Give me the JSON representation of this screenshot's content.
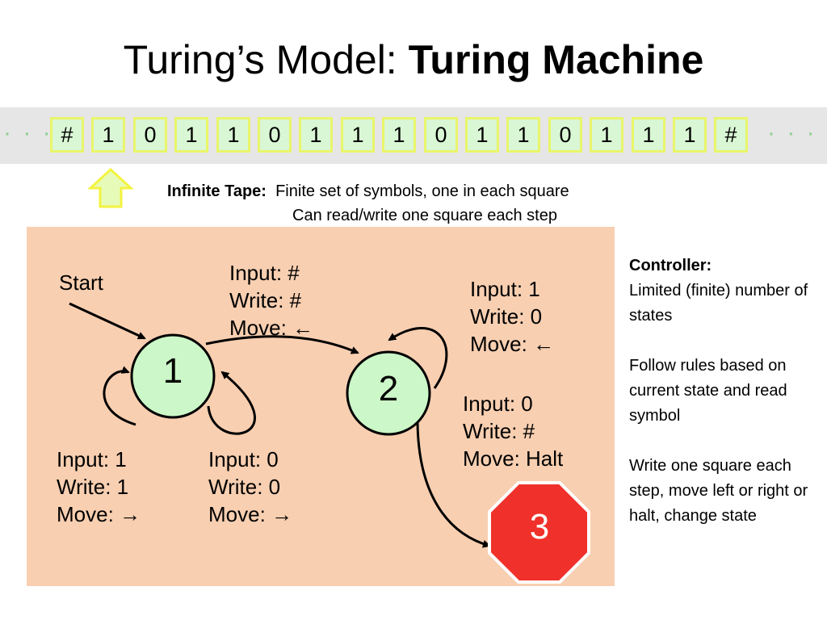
{
  "title": {
    "normal": "Turing’s Model: ",
    "bold": "Turing Machine"
  },
  "tape": {
    "left_ellipsis": "· · ·",
    "right_ellipsis": "· · ·",
    "cells": [
      "#",
      "1",
      "0",
      "1",
      "1",
      "0",
      "1",
      "1",
      "1",
      "0",
      "1",
      "1",
      "0",
      "1",
      "1",
      "1",
      "#"
    ],
    "head_icon": "up-arrow-icon",
    "colors": {
      "cell": "#d9f7d4",
      "cell_border": "#e9f56a",
      "band": "#e6e6e6"
    }
  },
  "tape_caption": {
    "label": "Infinite Tape:",
    "line1": "Finite set of symbols, one in each square",
    "line2": "Can read/write one square each step"
  },
  "diagram": {
    "start_label": "Start",
    "states": [
      {
        "id": "1",
        "label": "1",
        "fill": "#ccf7c8"
      },
      {
        "id": "2",
        "label": "2",
        "fill": "#ccf7c8"
      },
      {
        "id": "3",
        "label": "3",
        "fill": "#f0302a",
        "shape": "octagon"
      }
    ],
    "transitions": {
      "t12": {
        "input": "Input: #",
        "write": "Write: #",
        "move": "Move: ←"
      },
      "t22": {
        "input": "Input: 1",
        "write": "Write: 0",
        "move": "Move: ←"
      },
      "t23": {
        "input": "Input: 0",
        "write": "Write: #",
        "move": "Move: Halt"
      },
      "t11a": {
        "input": "Input: 1",
        "write": "Write: 1",
        "move": "Move: →"
      },
      "t11b": {
        "input": "Input: 0",
        "write": "Write: 0",
        "move": "Move: →"
      }
    },
    "panel_color": "#f8cfb1"
  },
  "controller": {
    "heading": "Controller:",
    "p1": "Limited (finite) number of states",
    "p2": "Follow rules based on current state and read symbol",
    "p3": "Write one square each step, move left or right or halt, change state"
  }
}
